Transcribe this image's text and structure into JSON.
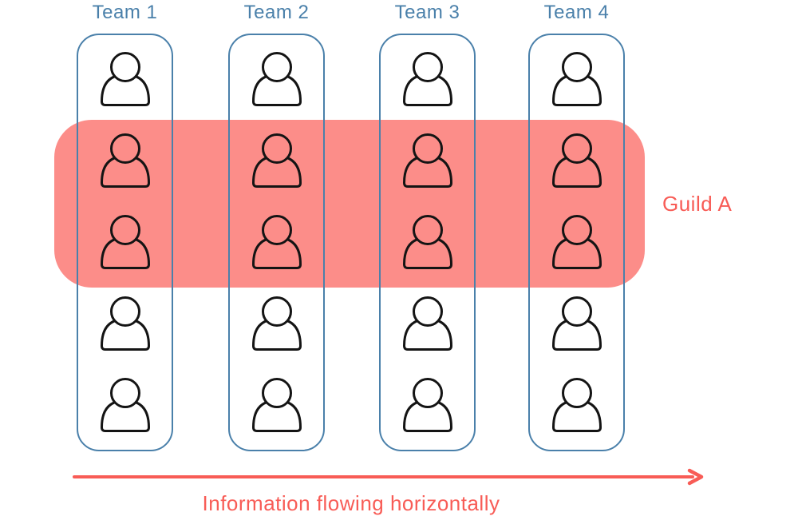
{
  "teams": [
    {
      "label": "Team 1"
    },
    {
      "label": "Team 2"
    },
    {
      "label": "Team 3"
    },
    {
      "label": "Team 4"
    }
  ],
  "members_per_team": 5,
  "guild": {
    "label": "Guild A",
    "rows_covered": [
      2,
      3
    ]
  },
  "arrow_caption": "Information flowing horizontally",
  "icons": {
    "person": "person-icon",
    "arrow": "right-arrow-icon"
  },
  "colors": {
    "team_outline": "#4a80aa",
    "guild_band": "#fc8d89",
    "accent_red": "#f85c56",
    "person_outline": "#141414"
  }
}
